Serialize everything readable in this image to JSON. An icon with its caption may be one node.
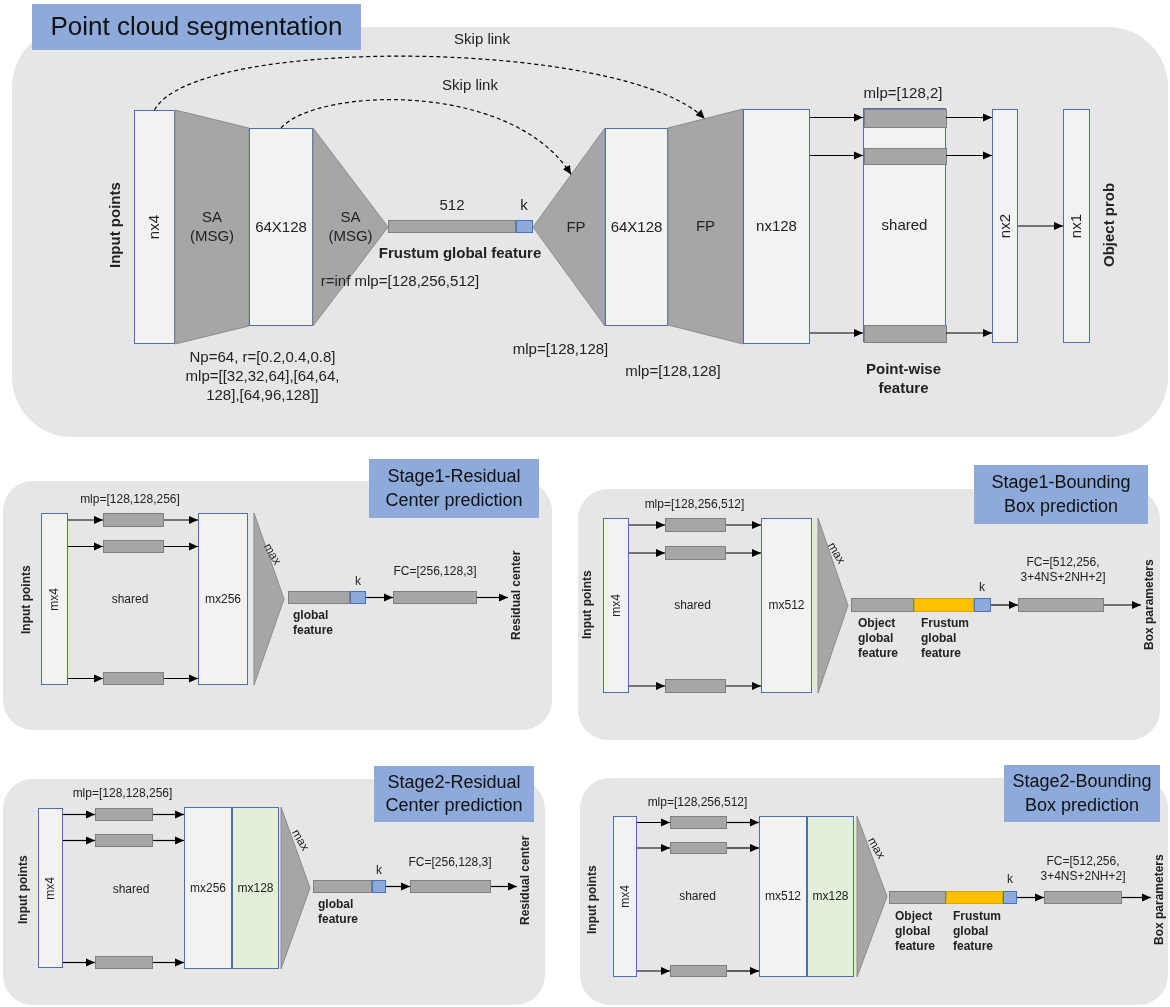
{
  "diagram": {
    "nodes": [
      {
        "text": [
          "Point cloud segmentation"
        ]
      },
      {
        "text": [
          "nx4"
        ],
        "in": 0,
        "beside": [
          "Input points"
        ]
      },
      {
        "text": [
          "SA (MSG)"
        ],
        "in": 0
      },
      {
        "text": [
          "64X128"
        ],
        "in": 0
      },
      {
        "text": [
          "SA (MSG)"
        ],
        "in": 0
      },
      {
        "text": [],
        "shape": "bar",
        "in": 0,
        "beside": [
          "512"
        ]
      },
      {
        "text": [],
        "shape": "box",
        "in": 0,
        "beside": [
          "k"
        ]
      },
      {
        "text": [
          "FP"
        ],
        "in": 0
      },
      {
        "text": [
          "64X128"
        ],
        "in": 0
      },
      {
        "text": [
          "FP"
        ],
        "in": 0
      },
      {
        "text": [
          "nx128"
        ],
        "in": 0
      },
      {
        "text": [
          "shared"
        ],
        "in": 0,
        "beside": [
          "mlp=[128,2]",
          "Point-wise feature"
        ]
      },
      {
        "text": [],
        "shape": "bar",
        "in": 11
      },
      {
        "text": [],
        "shape": "bar",
        "in": 11
      },
      {
        "text": [],
        "shape": "bar",
        "in": 11
      },
      {
        "text": [
          "nx2"
        ],
        "in": 0
      },
      {
        "text": [
          "nx1"
        ],
        "in": 0,
        "beside": [
          "Object prob"
        ]
      },
      {
        "text": [
          "Stage1-Residual Center prediction"
        ]
      },
      {
        "text": [
          "mx4"
        ],
        "in": 17,
        "beside": [
          "Input points"
        ]
      },
      {
        "text": [],
        "shape": "bar",
        "in": 17
      },
      {
        "text": [],
        "shape": "bar",
        "in": 17
      },
      {
        "text": [],
        "shape": "bar",
        "in": 17
      },
      {
        "text": [
          "mx256"
        ],
        "in": 17
      },
      {
        "text": [],
        "shape": "triangle",
        "in": 17,
        "beside": [
          "max"
        ]
      },
      {
        "text": [],
        "shape": "bar",
        "in": 17,
        "beside": [
          "global feature"
        ]
      },
      {
        "text": [],
        "shape": "box",
        "in": 17,
        "beside": [
          "k"
        ]
      },
      {
        "text": [],
        "shape": "bar",
        "in": 17,
        "beside": [
          "FC=[256,128,3]"
        ]
      },
      {
        "text": [
          "Residual center"
        ],
        "in": 17
      },
      {
        "text": [
          "Stage1-Bounding Box prediction"
        ]
      },
      {
        "text": [
          "mx4"
        ],
        "in": 28,
        "beside": [
          "Input points"
        ]
      },
      {
        "text": [],
        "shape": "bar",
        "in": 28
      },
      {
        "text": [],
        "shape": "bar",
        "in": 28
      },
      {
        "text": [],
        "shape": "bar",
        "in": 28
      },
      {
        "text": [
          "mx512"
        ],
        "in": 28
      },
      {
        "text": [],
        "shape": "triangle",
        "in": 28,
        "beside": [
          "max"
        ]
      },
      {
        "text": [],
        "shape": "bar",
        "in": 28,
        "beside": [
          "Object global feature"
        ]
      },
      {
        "text": [],
        "shape": "bar",
        "in": 28,
        "beside": [
          "Frustum global feature"
        ]
      },
      {
        "text": [],
        "shape": "box",
        "in": 28,
        "beside": [
          "k"
        ]
      },
      {
        "text": [],
        "shape": "bar",
        "in": 28,
        "beside": [
          "FC=[512,256, 3+4NS+2NH+2]"
        ]
      },
      {
        "text": [
          "Box parameters"
        ],
        "in": 28
      },
      {
        "text": [
          "Stage2-Residual Center prediction"
        ]
      },
      {
        "text": [
          "mx4"
        ],
        "in": 40,
        "beside": [
          "Input points"
        ]
      },
      {
        "text": [],
        "shape": "bar",
        "in": 40
      },
      {
        "text": [],
        "shape": "bar",
        "in": 40
      },
      {
        "text": [],
        "shape": "bar",
        "in": 40
      },
      {
        "text": [
          "mx256"
        ],
        "in": 40
      },
      {
        "text": [
          "mx128"
        ],
        "in": 40
      },
      {
        "text": [],
        "shape": "triangle",
        "in": 40,
        "beside": [
          "max"
        ]
      },
      {
        "text": [],
        "shape": "bar",
        "in": 40,
        "beside": [
          "global feature"
        ]
      },
      {
        "text": [],
        "shape": "box",
        "in": 40,
        "beside": [
          "k"
        ]
      },
      {
        "text": [],
        "shape": "bar",
        "in": 40,
        "beside": [
          "FC=[256,128,3]"
        ]
      },
      {
        "text": [
          "Residual center"
        ],
        "in": 40
      },
      {
        "text": [
          "Stage2-Bounding Box prediction"
        ]
      },
      {
        "text": [
          "mx4"
        ],
        "in": 52,
        "beside": [
          "Input points"
        ]
      },
      {
        "text": [],
        "shape": "bar",
        "in": 52
      },
      {
        "text": [],
        "shape": "bar",
        "in": 52
      },
      {
        "text": [],
        "shape": "bar",
        "in": 52
      },
      {
        "text": [
          "mx512"
        ],
        "in": 52
      },
      {
        "text": [
          "mx128"
        ],
        "in": 52
      },
      {
        "text": [],
        "shape": "triangle",
        "in": 52,
        "beside": [
          "max"
        ]
      },
      {
        "text": [],
        "shape": "bar",
        "in": 52,
        "beside": [
          "Object global feature"
        ]
      },
      {
        "text": [],
        "shape": "bar",
        "in": 52,
        "beside": [
          "Frustum global feature"
        ]
      },
      {
        "text": [],
        "shape": "box",
        "in": 52,
        "beside": [
          "k"
        ]
      },
      {
        "text": [],
        "shape": "bar",
        "in": 52,
        "beside": [
          "FC=[512,256, 3+4NS+2NH+2]"
        ]
      },
      {
        "text": [
          "Box parameters"
        ],
        "in": 52
      }
    ],
    "edges": [
      {
        "from": 1,
        "to": 9,
        "arrow": "to",
        "label": "Skip link",
        "style": "dashed"
      },
      {
        "from": 3,
        "to": 7,
        "arrow": "to",
        "label": "Skip link",
        "style": "dashed"
      },
      {
        "from": 10,
        "to": 12,
        "arrow": "to"
      },
      {
        "from": 10,
        "to": 13,
        "arrow": "to"
      },
      {
        "from": 10,
        "to": 14,
        "arrow": "to"
      },
      {
        "from": 12,
        "to": 15,
        "arrow": "to"
      },
      {
        "from": 13,
        "to": 15,
        "arrow": "to"
      },
      {
        "from": 14,
        "to": 15,
        "arrow": "to"
      },
      {
        "from": 15,
        "to": 16,
        "arrow": "to"
      },
      {
        "from": 18,
        "to": 19,
        "arrow": "to"
      },
      {
        "from": 18,
        "to": 20,
        "arrow": "to"
      },
      {
        "from": 18,
        "to": 21,
        "arrow": "to"
      },
      {
        "from": 19,
        "to": 22,
        "arrow": "to"
      },
      {
        "from": 20,
        "to": 22,
        "arrow": "to"
      },
      {
        "from": 21,
        "to": 22,
        "arrow": "to"
      },
      {
        "from": 25,
        "to": 26,
        "arrow": "to"
      },
      {
        "from": 26,
        "to": 27,
        "arrow": "to"
      },
      {
        "from": 29,
        "to": 30,
        "arrow": "to"
      },
      {
        "from": 29,
        "to": 31,
        "arrow": "to"
      },
      {
        "from": 29,
        "to": 32,
        "arrow": "to"
      },
      {
        "from": 30,
        "to": 33,
        "arrow": "to"
      },
      {
        "from": 31,
        "to": 33,
        "arrow": "to"
      },
      {
        "from": 32,
        "to": 33,
        "arrow": "to"
      },
      {
        "from": 37,
        "to": 38,
        "arrow": "to"
      },
      {
        "from": 38,
        "to": 39,
        "arrow": "to"
      },
      {
        "from": 41,
        "to": 42,
        "arrow": "to"
      },
      {
        "from": 41,
        "to": 43,
        "arrow": "to"
      },
      {
        "from": 41,
        "to": 44,
        "arrow": "to"
      },
      {
        "from": 42,
        "to": 45,
        "arrow": "to"
      },
      {
        "from": 43,
        "to": 45,
        "arrow": "to"
      },
      {
        "from": 44,
        "to": 45,
        "arrow": "to"
      },
      {
        "from": 49,
        "to": 50,
        "arrow": "to"
      },
      {
        "from": 50,
        "to": 51,
        "arrow": "to"
      },
      {
        "from": 53,
        "to": 54,
        "arrow": "to"
      },
      {
        "from": 53,
        "to": 55,
        "arrow": "to"
      },
      {
        "from": 53,
        "to": 56,
        "arrow": "to"
      },
      {
        "from": 54,
        "to": 57,
        "arrow": "to"
      },
      {
        "from": 55,
        "to": 57,
        "arrow": "to"
      },
      {
        "from": 56,
        "to": 57,
        "arrow": "to"
      },
      {
        "from": 62,
        "to": 63,
        "arrow": "to"
      },
      {
        "from": 63,
        "to": 64,
        "arrow": "to"
      }
    ],
    "labels": [
      "Frustum global feature",
      "r=inf mlp=[128,256,512]",
      "Np=64, r=[0.2,0.4,0.8] mlp=[[32,32,64],[64,64, 128],[64,96,128]]",
      "mlp=[128,128]",
      "mlp=[128,128]",
      "mlp=[128,128,256]",
      "shared",
      "mlp=[128,256,512]",
      "shared",
      "mlp=[128,128,256]",
      "shared",
      "mlp=[128,256,512]",
      "shared"
    ]
  }
}
